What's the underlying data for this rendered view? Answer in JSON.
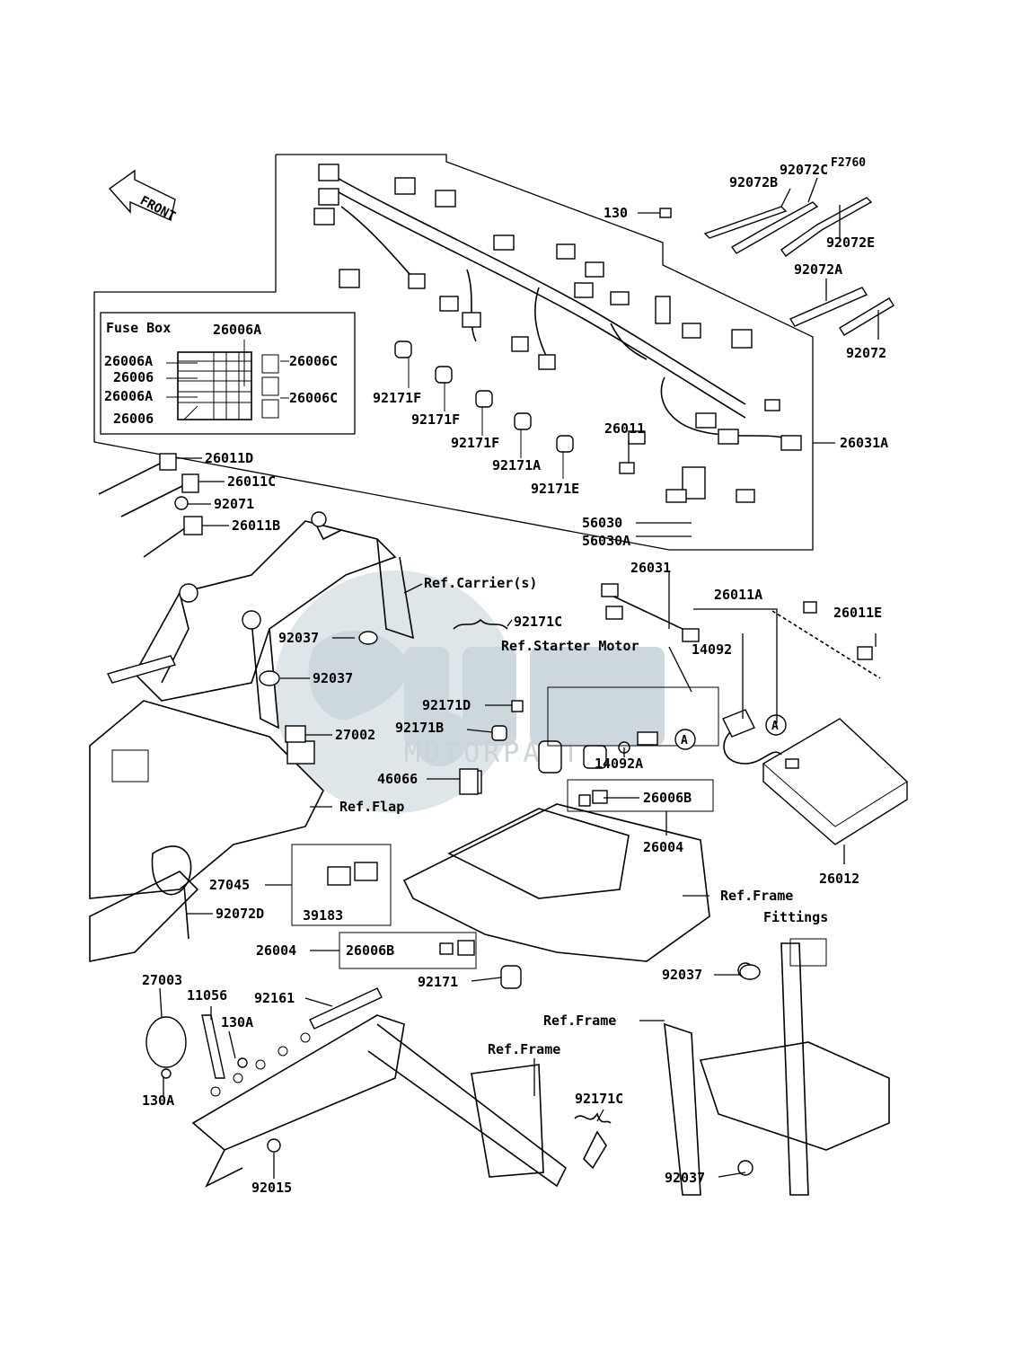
{
  "diagram": {
    "code": "F2760",
    "front_arrow": "FRONT",
    "watermark": {
      "brand": "osm",
      "sub": "MOTORPARTS"
    },
    "fuse_box": {
      "title": "Fuse Box",
      "labels": [
        "26006A",
        "26006A",
        "26006",
        "26006A",
        "26006",
        "26006C",
        "26006C"
      ]
    },
    "refs": {
      "carrier": "Ref.Carrier(s)",
      "starter": "Ref.Starter Motor",
      "flap": "Ref.Flap",
      "frame_fittings_1": "Ref.Frame",
      "frame_fittings_2": "Fittings",
      "frame_a": "Ref.Frame",
      "frame_b": "Ref.Frame"
    },
    "callout_a": "A",
    "parts": {
      "p130": "130",
      "p92072B": "92072B",
      "p92072C": "92072C",
      "p92072E": "92072E",
      "p92072A": "92072A",
      "p92072": "92072",
      "p92171F_1": "92171F",
      "p92171F_2": "92171F",
      "p92171F_3": "92171F",
      "p92171A": "92171A",
      "p92171E": "92171E",
      "p26011": "26011",
      "p26031A": "26031A",
      "p56030": "56030",
      "p56030A": "56030A",
      "p26011D": "26011D",
      "p26011C": "26011C",
      "p92071": "92071",
      "p26011B": "26011B",
      "p26031": "26031",
      "p26011A": "26011A",
      "p26011E": "26011E",
      "p14092": "14092",
      "p92171C_1": "92171C",
      "p92037_1": "92037",
      "p92037_2": "92037",
      "p27002": "27002",
      "p92171D": "92171D",
      "p92171B": "92171B",
      "p14092A": "14092A",
      "p46066": "46066",
      "p26006B_1": "26006B",
      "p26004_1": "26004",
      "p26012": "26012",
      "p27045": "27045",
      "p39183": "39183",
      "p92072D": "92072D",
      "p26004_2": "26004",
      "p26006B_2": "26006B",
      "p92171": "92171",
      "p92037_3": "92037",
      "p27003": "27003",
      "p11056": "11056",
      "p130A_1": "130A",
      "p92161": "92161",
      "p130A_2": "130A",
      "p92015": "92015",
      "p92171C_2": "92171C",
      "p92037_4": "92037"
    }
  }
}
